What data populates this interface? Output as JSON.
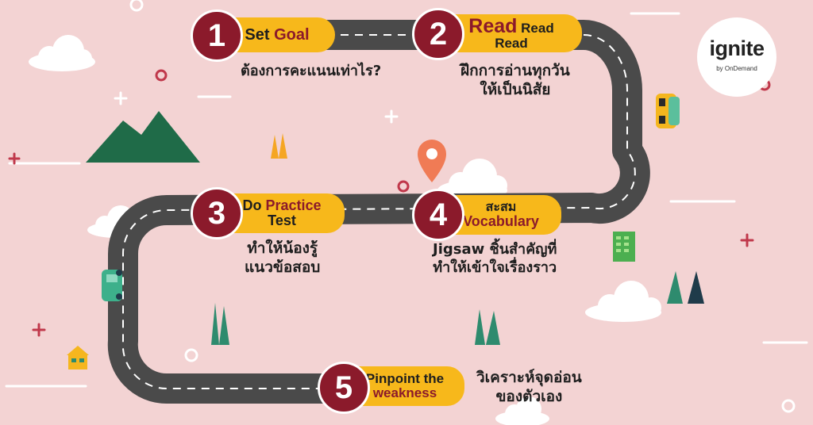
{
  "logo": {
    "name": "ignite",
    "tagline": "by OnDemand"
  },
  "steps": [
    {
      "number": "1",
      "title_a": "Set ",
      "title_b": "Goal",
      "thai": "ต้องการคะแนนเท่าไร?"
    },
    {
      "number": "2",
      "title_a": "Read",
      "title_b": " Read",
      "title_c": "Read",
      "thai_1": "ฝึกการอ่านทุกวัน",
      "thai_2": "ให้เป็นนิสัย"
    },
    {
      "number": "3",
      "title_a": "Do ",
      "title_b": "Practice",
      "title_c": "Test",
      "thai_1": "ทำให้น้องรู้",
      "thai_2": "แนวข้อสอบ"
    },
    {
      "number": "4",
      "title_a": "สะสม",
      "title_b": "Vocabulary",
      "thai_1": "Jigsaw ชิ้นสำคัญที่",
      "thai_2": "ทำให้เข้าใจเรื่องราว"
    },
    {
      "number": "5",
      "title_a": "Pinpoint the",
      "title_b": "weakness",
      "thai_1": "วิเคราะห์จุดอ่อน",
      "thai_2": "ของตัวเอง"
    }
  ],
  "colors": {
    "background": "#f3d3d3",
    "road": "#4a4a4a",
    "badge": "#8b1a2b",
    "pill": "#f7b81b",
    "tree": "#2e8b6e",
    "mountain": "#1f6b48"
  }
}
